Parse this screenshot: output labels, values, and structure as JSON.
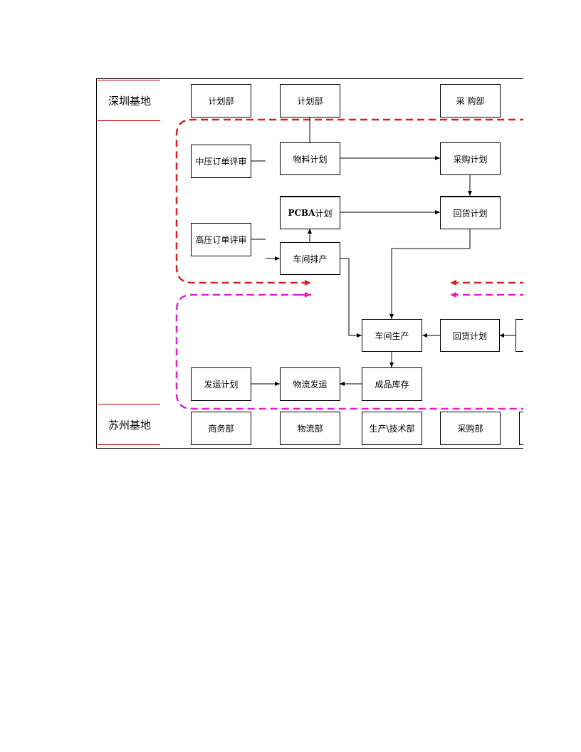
{
  "bases": {
    "shenzhen": "深圳基地",
    "suzhou": "苏州基地"
  },
  "top_departments": [
    "计划部",
    "计划部",
    "采 购部"
  ],
  "bottom_departments": [
    "商务部",
    "物流部",
    "生产\\技术部",
    "采购部"
  ],
  "nodes": {
    "mid_voltage_review": "中压订单评审",
    "high_voltage_review": "高压订单评审",
    "material_plan": "物料计划",
    "procurement_plan": "采购计划",
    "pcba_prefix": "PCBA",
    "pcba_suffix": "计划",
    "return_plan_sz": "回货计划",
    "workshop_schedule": "车间排产",
    "workshop_production": "车间生产",
    "return_plan_su": "回货计划",
    "shipping_plan": "发运计划",
    "logistics_shipping": "物流发运",
    "finished_inventory": "成品库存"
  },
  "colors": {
    "shenzhen_loop": "#d42020",
    "suzhou_loop": "#e020d0",
    "base_divider": "#c00000"
  }
}
